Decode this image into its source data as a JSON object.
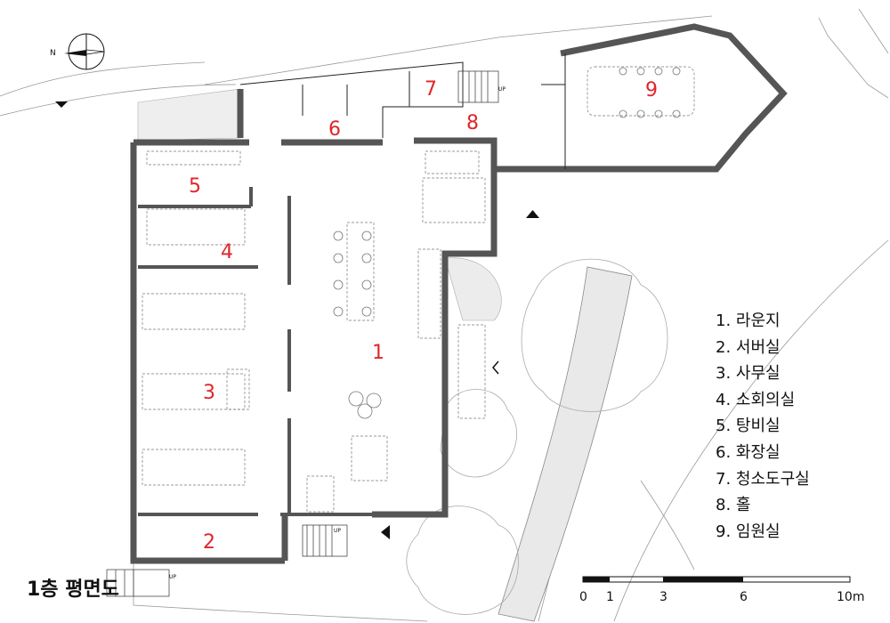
{
  "title": "1층 평면도",
  "north_label": "N",
  "up_label": "UP",
  "room_numbers": [
    "1",
    "2",
    "3",
    "4",
    "5",
    "6",
    "7",
    "8",
    "9"
  ],
  "legend": [
    "1. 라운지",
    "2. 서버실",
    "3. 사무실",
    "4. 소회의실",
    "5. 탕비실",
    "6. 화장실",
    "7. 청소도구실",
    "8. 홀",
    "9. 임원실"
  ],
  "scale": {
    "ticks": [
      "0",
      "1",
      "3",
      "6",
      "10m"
    ]
  }
}
